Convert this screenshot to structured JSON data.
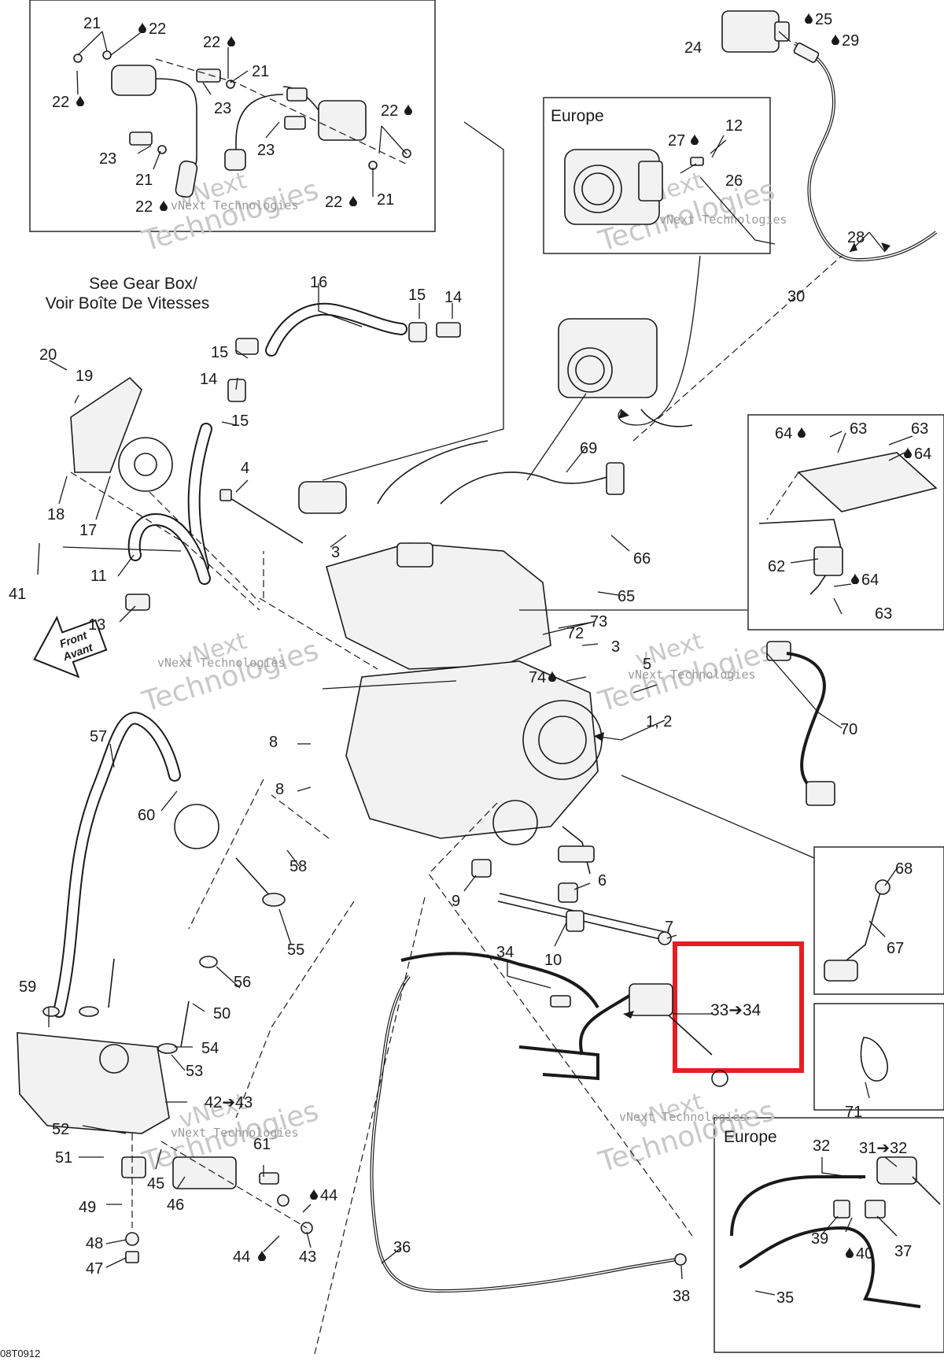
{
  "diagram": {
    "code": "08T0912",
    "highlight_color": "#e41e25",
    "line_color": "#1a1a1a",
    "notes": {
      "gearbox": [
        "See Gear Box/",
        "Voir Boîte De Vitesses"
      ],
      "front": [
        "Front",
        "Avant"
      ],
      "europe_top": "Europe",
      "europe_bottom": "Europe",
      "highlight_label": "33➔34"
    },
    "watermark": {
      "brand": "vNext Technologies",
      "big_1": "vNext",
      "big_2": "Technologies"
    },
    "callouts": {
      "c1": "21",
      "c2": "22",
      "c3": "22",
      "c4": "21",
      "c5": "22",
      "c6": "23",
      "c7": "23",
      "c8": "22",
      "c9": "23",
      "c10": "21",
      "c11": "22",
      "c12": "22",
      "c13": "21",
      "c14": "24",
      "c15": "25",
      "c16": "29",
      "c17": "12",
      "c18": "27",
      "c19": "26",
      "c20": "28",
      "c21": "30",
      "c22": "16",
      "c23": "15",
      "c24": "14",
      "c25": "15",
      "c26": "14",
      "c27": "15",
      "c28": "20",
      "c29": "19",
      "c30": "18",
      "c31": "17",
      "c32": "4",
      "c33": "3",
      "c34": "41",
      "c35": "11",
      "c36": "13",
      "c37": "69",
      "c38": "66",
      "c39": "65",
      "c40": "64",
      "c41": "63",
      "c42": "63",
      "c43": "64",
      "c44": "62",
      "c45": "64",
      "c46": "63",
      "c47": "73",
      "c48": "72",
      "c49": "3",
      "c50": "74",
      "c51": "5",
      "c52": "70",
      "c53": "1, 2",
      "c54": "57",
      "c55": "8",
      "c56": "8",
      "c57": "60",
      "c58": "58",
      "c59": "9",
      "c60": "6",
      "c61": "68",
      "c62": "67",
      "c63": "10",
      "c64": "7",
      "c65": "55",
      "c66": "34",
      "c67": "56",
      "c68": "59",
      "c69": "50",
      "c70": "54",
      "c71": "53",
      "c72": "42➔43",
      "c73": "71",
      "c74": "52",
      "c75": "51",
      "c76": "61",
      "c77": "32",
      "c78": "31➔32",
      "c79": "45",
      "c80": "46",
      "c81": "44",
      "c82": "49",
      "c83": "39",
      "c84": "40",
      "c85": "37",
      "c86": "48",
      "c87": "47",
      "c88": "44",
      "c89": "43",
      "c90": "36",
      "c91": "38",
      "c92": "35"
    }
  }
}
